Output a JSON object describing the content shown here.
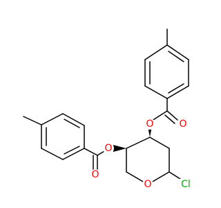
{
  "colors": {
    "bond": "#000000",
    "oxygen": "#ff0000",
    "chlorine": "#00b000",
    "background": "#ffffff"
  },
  "atoms": {
    "ester_o_left": {
      "symbol": "O",
      "color": "#ff0000"
    },
    "carbonyl_o_left": {
      "symbol": "O",
      "color": "#ff0000"
    },
    "ester_o_right": {
      "symbol": "O",
      "color": "#ff0000"
    },
    "carbonyl_o_right": {
      "symbol": "O",
      "color": "#ff0000"
    },
    "ring_o": {
      "symbol": "O",
      "color": "#ff0000"
    },
    "chlorine": {
      "symbol": "Cl",
      "color": "#00b000"
    }
  }
}
